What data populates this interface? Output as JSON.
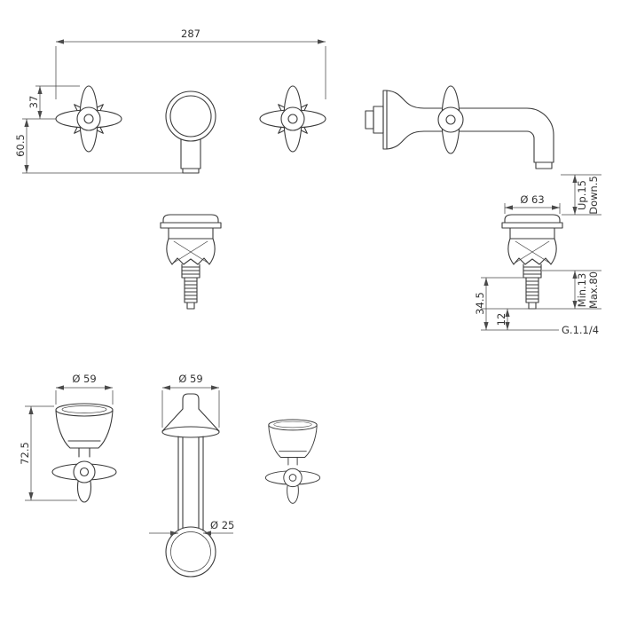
{
  "meta": {
    "type": "technical-dimension-drawing",
    "subject": "wall-mounted 3-hole basin faucet with cross handles and pop-up waste"
  },
  "colors": {
    "line": "#3b3b3b",
    "dim_line": "#4a4a4a",
    "text": "#333333",
    "background": "#ffffff"
  },
  "dimensions": {
    "overall_width": "287",
    "handle_center_offset": "37",
    "spout_drop": "60.5",
    "waste_cap_diameter": "Ø 63",
    "popup_up_travel": "Up.15",
    "popup_down_travel": "Down.5",
    "mount_min": "Min.13",
    "mount_max": "Max.80",
    "waste_height": "34.5",
    "waste_tail": "12",
    "waste_thread": "G.1.1/4",
    "handle_diameter": "Ø 59",
    "spout_base_diameter": "Ø 59",
    "spout_tube_diameter": "Ø 25",
    "handle_height": "72.5"
  }
}
